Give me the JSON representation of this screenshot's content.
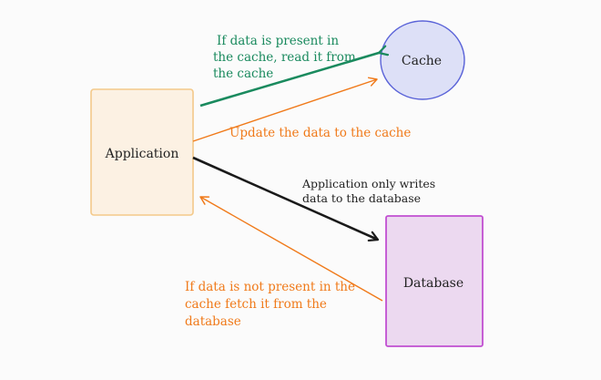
{
  "nodes": {
    "application": {
      "label": "Application",
      "fill": "#fcf1e3",
      "stroke": "#f3c98a"
    },
    "cache": {
      "label": "Cache",
      "fill": "#dde0f7",
      "stroke": "#5a63d8"
    },
    "database": {
      "label": "Database",
      "fill": "#ecd9f0",
      "stroke": "#c14fd1"
    }
  },
  "edges": {
    "cache_to_app": {
      "label_lines": [
        "If data is present in",
        "the cache, read it from",
        "the cache"
      ],
      "color": "#1a8a5e"
    },
    "app_to_cache": {
      "label_lines": [
        "Update the data to the cache"
      ],
      "color": "#f07a1a"
    },
    "app_to_db": {
      "label_lines": [
        "Application only writes",
        "data to the database"
      ],
      "color": "#1a1a1a"
    },
    "db_to_app": {
      "label_lines": [
        "If data is not present in the",
        "cache fetch it from the",
        "database"
      ],
      "color": "#f07a1a"
    }
  }
}
